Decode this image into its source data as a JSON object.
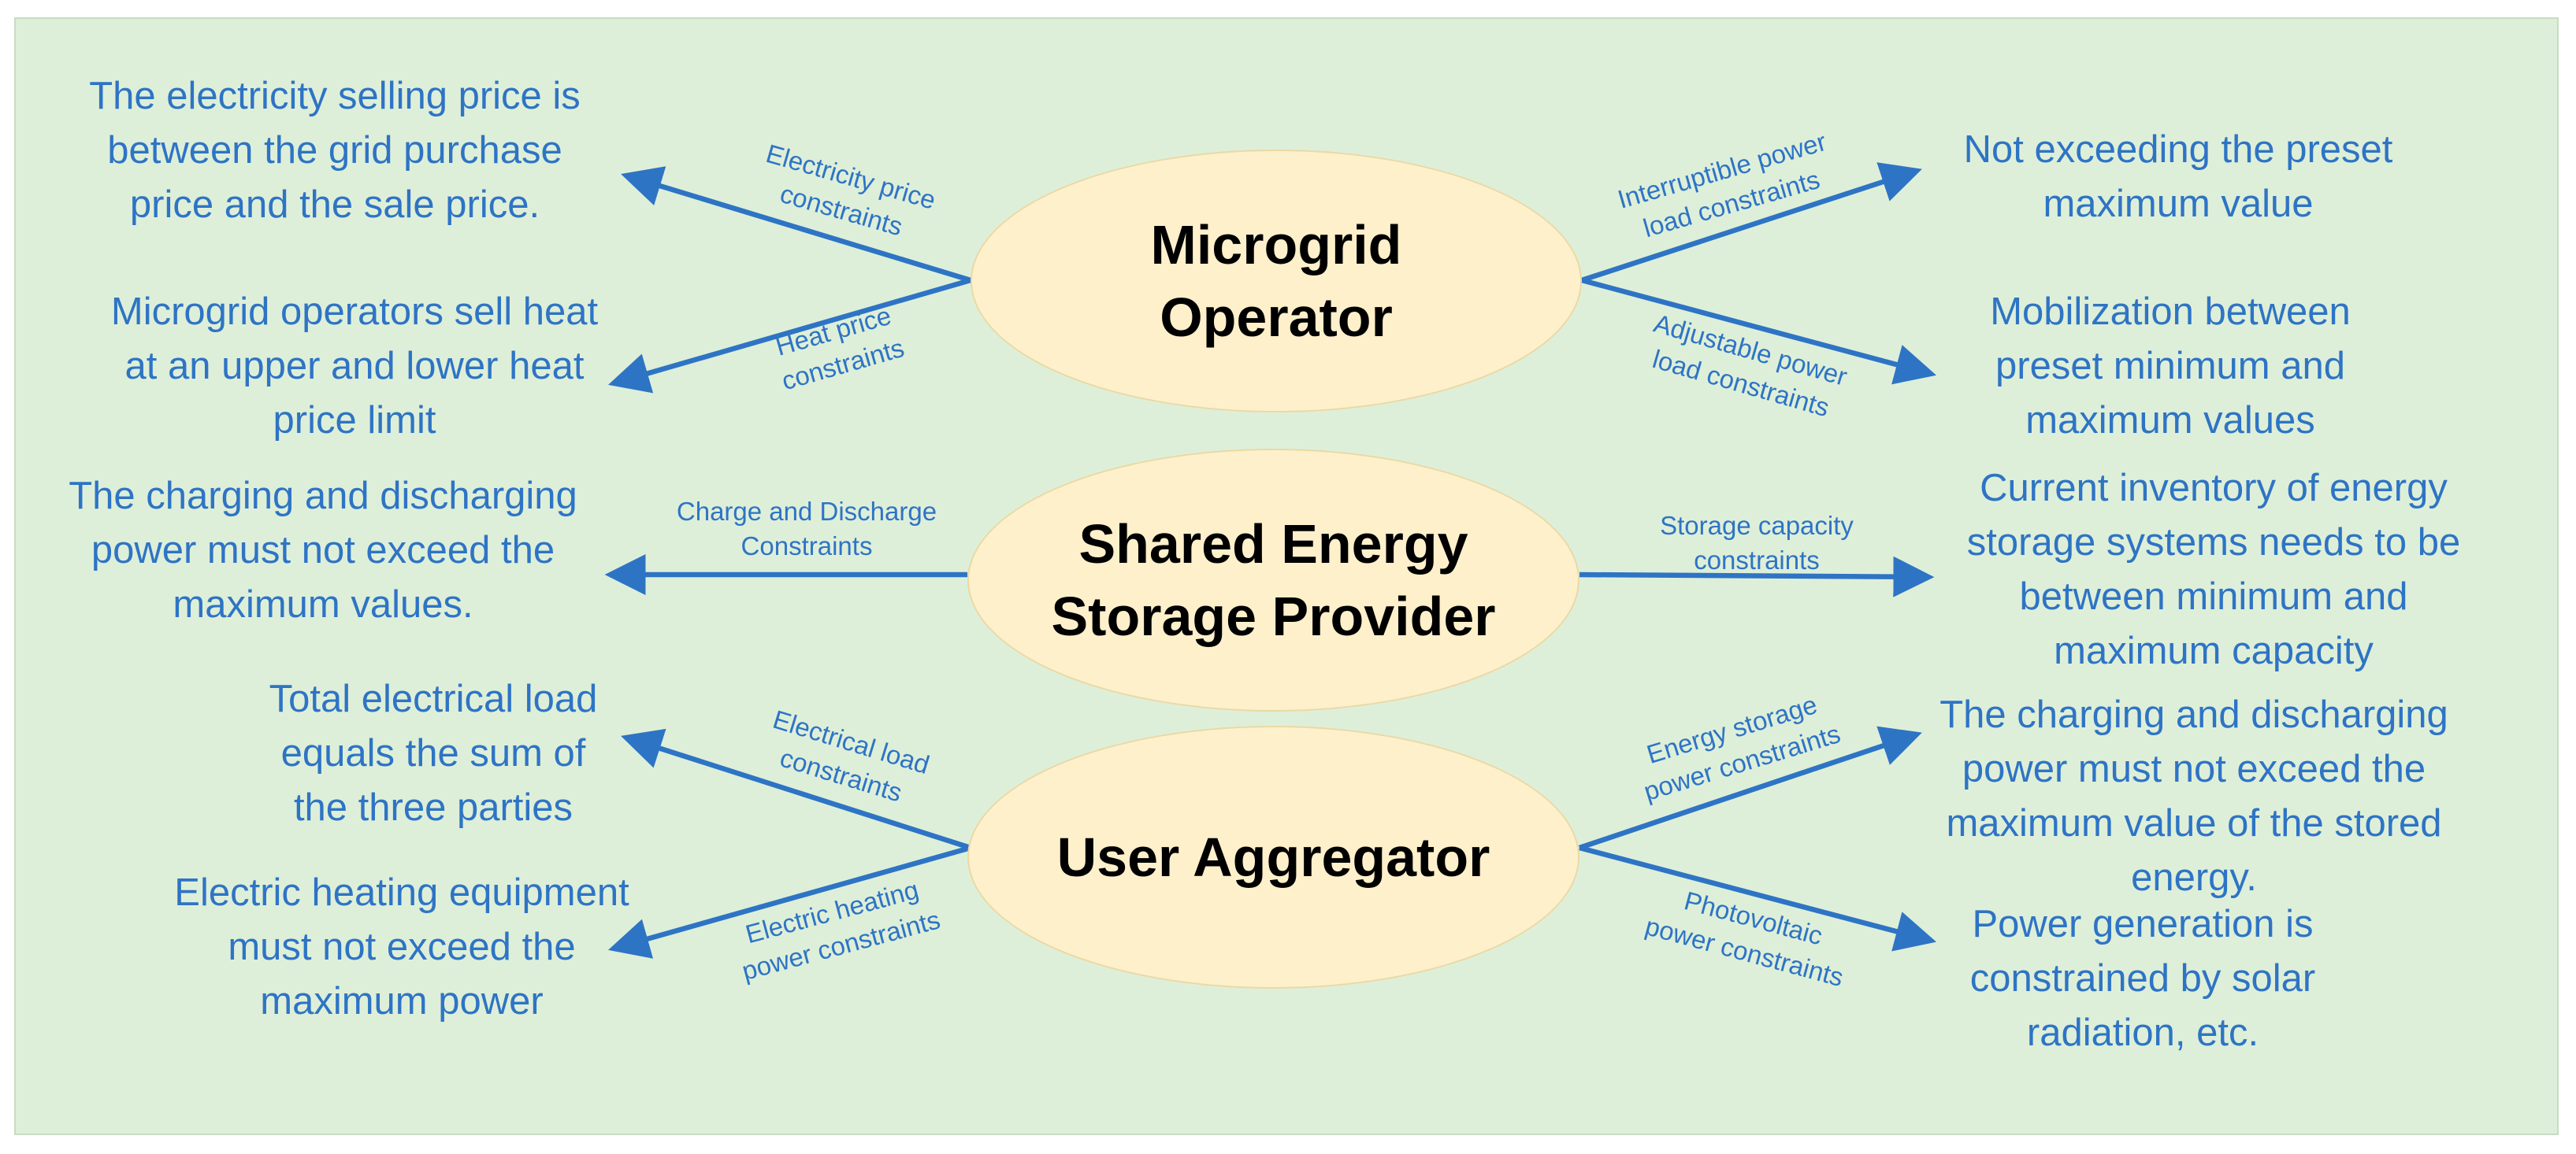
{
  "colors": {
    "background": "#deefd9",
    "ellipse_fill": "#fdf0cb",
    "arrow": "#2e74c5",
    "text_blue": "#2e74c5",
    "title_text": "#000000"
  },
  "entities": {
    "microgrid_operator": "Microgrid\nOperator",
    "shared_energy_storage_provider": "Shared Energy\nStorage Provider",
    "user_aggregator": "User Aggregator"
  },
  "constraints": {
    "electricity_price": "Electricity price\nconstraints",
    "heat_price": "Heat price\nconstraints",
    "interruptible_power_load": "Interruptible power\nload constraints",
    "adjustable_power_load": "Adjustable power\nload constraints",
    "charge_discharge": "Charge and Discharge\nConstraints",
    "storage_capacity": "Storage capacity\nconstraints",
    "electrical_load": "Electrical load\nconstraints",
    "electric_heating_power": "Electric heating\npower constraints",
    "energy_storage_power": "Energy storage\npower constraints",
    "photovoltaic_power": "Photovoltaic\npower constraints"
  },
  "descriptions": {
    "electricity_price": "The electricity selling price is\nbetween the grid purchase\nprice and the sale price.",
    "heat_price": "Microgrid operators sell heat\nat an upper and lower heat\nprice limit",
    "interruptible_power_load": "Not exceeding the preset\nmaximum value",
    "adjustable_power_load": "Mobilization between\npreset minimum and\nmaximum values",
    "charge_discharge": "The charging and discharging\npower must not exceed the\nmaximum values.",
    "storage_capacity": "Current inventory of energy\nstorage systems needs to be\nbetween minimum and\nmaximum capacity",
    "electrical_load": "Total electrical load\nequals the sum of\nthe three parties",
    "electric_heating_power": "Electric heating equipment\nmust not exceed the\nmaximum power",
    "energy_storage_power": "The charging and discharging\npower must not exceed the\nmaximum value of the stored\nenergy.",
    "photovoltaic_power": "Power generation is\nconstrained by solar\nradiation, etc."
  }
}
